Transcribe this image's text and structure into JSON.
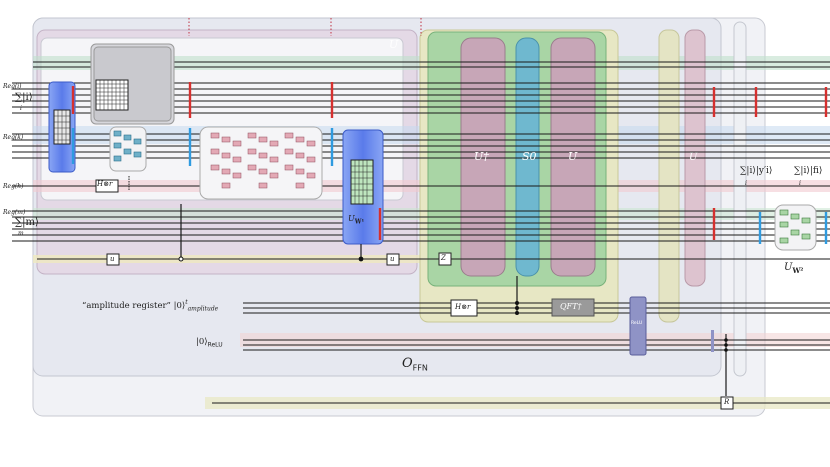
{
  "registers": {
    "i": {
      "label": "Reg(i)",
      "sum": "∑|i⟩",
      "sub": "i"
    },
    "k": {
      "label": "Reg(k)"
    },
    "h": {
      "label": "Reg(h)"
    },
    "m": {
      "label": "Reg(m)",
      "sum": "∑|m⟩",
      "sub": "m"
    }
  },
  "amplitude_register": {
    "label": "“amplitude register” |0⟩",
    "superscript": "t",
    "subscript": "amplitude"
  },
  "relu_register": {
    "label": "|0⟩",
    "subscript": "ReLU"
  },
  "gates": {
    "hadamard_left": "H⊗r",
    "hadamard_mid": "H⊗r",
    "u_w1": "U",
    "u_w1_sub": "W¹",
    "u_box_1": "u",
    "u_box_2": "u",
    "z_box": "Z",
    "u_dagger": "U†",
    "s0": "S0",
    "u_right": "U",
    "qft_dagger": "QFT†",
    "relu_gate": "ReLU",
    "faint_label": "U",
    "r_box": "R",
    "big_u_label": "U",
    "u_w2": "U",
    "u_w2_sub": "W²"
  },
  "output_labels": {
    "ket_y": "∑|i⟩|y′i⟩",
    "ket_f": "∑|i⟩|fi⟩",
    "ket_sub": "i"
  },
  "ffn_label": "O",
  "ffn_sub": "FFN",
  "colors": {
    "blue_box": "#5a7bea",
    "green_panel": "#a9d5a5",
    "olive_panel": "#e7e7c4",
    "mauve": "#c7a6b7",
    "teal": "#6fb8cf",
    "red_mark": "#d6302f",
    "blue_mark": "#2f9be0"
  }
}
